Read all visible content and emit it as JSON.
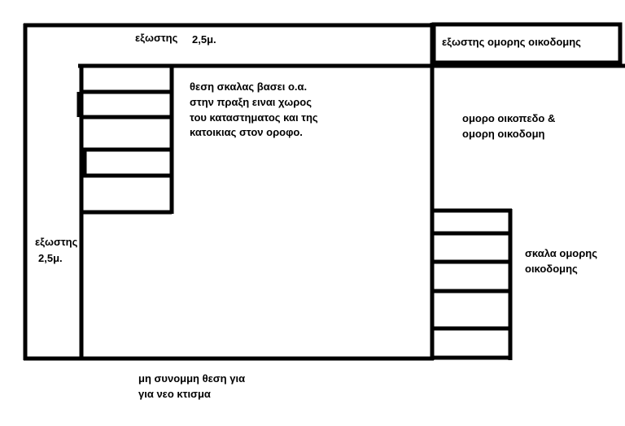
{
  "labels": {
    "top_balcony": "εξωστης",
    "top_balcony_width": "2,5μ.",
    "neighbor_balcony": "εξωστης ομορης οικοδομης",
    "stair_note": [
      "θεση σκαλας βασει ο.α.",
      "στην πραξη ειναι χωρος",
      "του καταστηματος και της",
      "κατοικιας στον οροφο."
    ],
    "neighbor_plot": [
      "ομορο οικοπεδο &",
      "ομορη οικοδομη"
    ],
    "left_balcony": "εξωστης",
    "left_balcony_width": "2,5μ.",
    "neighbor_stair": [
      "σκαλα ομορης",
      "οικοδομης"
    ],
    "bottom_note": [
      "μη συνομμη θεση για",
      "για νεο κτισμα"
    ]
  },
  "colors": {
    "line": "#000000",
    "background": "#ffffff"
  }
}
